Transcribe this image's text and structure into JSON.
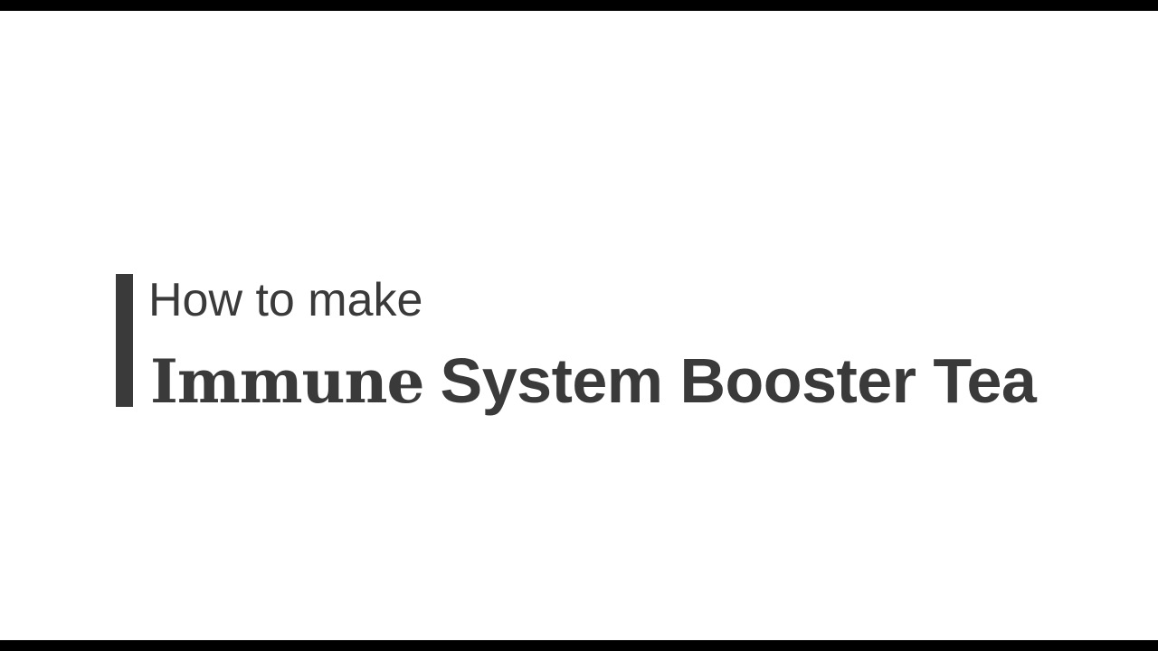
{
  "title_card": {
    "subtitle": "How to make",
    "title_part1": "Immune",
    "title_part2": "System Booster Tea"
  },
  "colors": {
    "text": "#3a3a3a",
    "background": "#ffffff",
    "letterbox": "#000000"
  }
}
